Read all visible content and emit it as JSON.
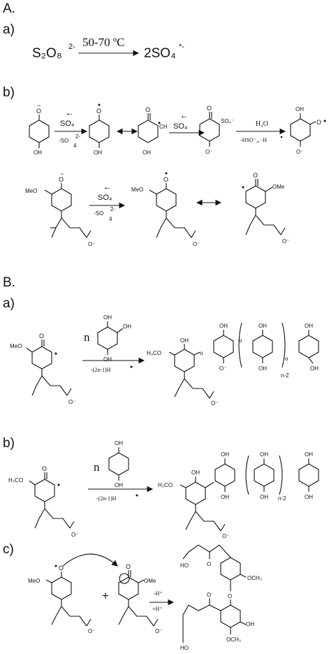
{
  "sections": {
    "A": "A.",
    "A_a": "a)",
    "A_b": "b)",
    "B": "B.",
    "B_a": "a)",
    "B_b": "b)",
    "B_c": "c)"
  },
  "reactionA": {
    "reactant": "S₂O₈",
    "reactant_charge": "2-",
    "condition": "50-70 ºC",
    "product": "2SO₄",
    "product_charge": "*-"
  },
  "labels": {
    "O_minus": "O",
    "minus": "−",
    "OH": "OH",
    "O": "O",
    "MeO": "MeO",
    "OMe": "OMe",
    "H3CO": "H₃CO",
    "OCH3": "OCH₃",
    "HO": "HO",
    "CH": "CH",
    "SO4_minus_label": "SO₄⁻",
    "Ominus": "O⁻",
    "ominus_small": "O⁻",
    "n": "n",
    "n2": "n-2",
    "o_link": "o"
  },
  "conditions": {
    "so4_radical": "SO₄",
    "so4_dot": "•−",
    "minus_so4": "-SO",
    "minus_so4_sub": "4",
    "minus_so4_sup": "2-",
    "h2o": "H₂O",
    "minus_hso4": "-HSO⁻₄, -H",
    "polymer_cond": "-(2n-1)H",
    "plus_h": "-H⁺",
    "plus_h2": "+H⁺",
    "plus": "+"
  }
}
